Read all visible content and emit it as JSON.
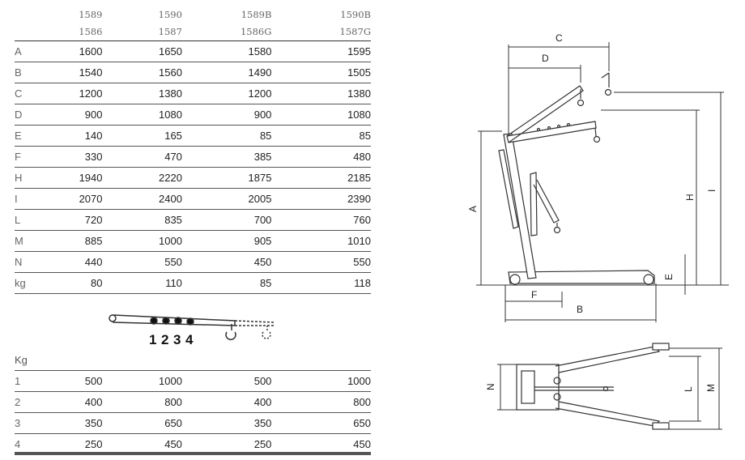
{
  "dimensions_table": {
    "models_top": [
      "1589",
      "1590",
      "1589B",
      "1590B"
    ],
    "models_bottom": [
      "1586",
      "1587",
      "1586G",
      "1587G"
    ],
    "rows": [
      {
        "label": "A",
        "values": [
          "1600",
          "1650",
          "1580",
          "1595"
        ]
      },
      {
        "label": "B",
        "values": [
          "1540",
          "1560",
          "1490",
          "1505"
        ]
      },
      {
        "label": "C",
        "values": [
          "1200",
          "1380",
          "1200",
          "1380"
        ]
      },
      {
        "label": "D",
        "values": [
          "900",
          "1080",
          "900",
          "1080"
        ]
      },
      {
        "label": "E",
        "values": [
          "140",
          "165",
          "85",
          "85"
        ]
      },
      {
        "label": "F",
        "values": [
          "330",
          "470",
          "385",
          "480"
        ]
      },
      {
        "label": "H",
        "values": [
          "1940",
          "2220",
          "1875",
          "2185"
        ]
      },
      {
        "label": "I",
        "values": [
          "2070",
          "2400",
          "2005",
          "2390"
        ]
      },
      {
        "label": "L",
        "values": [
          "720",
          "835",
          "700",
          "760"
        ]
      },
      {
        "label": "M",
        "values": [
          "885",
          "1000",
          "905",
          "1010"
        ]
      },
      {
        "label": "N",
        "values": [
          "440",
          "550",
          "450",
          "550"
        ]
      },
      {
        "label": "kg",
        "values": [
          "80",
          "110",
          "85",
          "118"
        ]
      }
    ]
  },
  "boom_positions": [
    "1",
    "2",
    "3",
    "4"
  ],
  "load_table": {
    "header": "Kg",
    "rows": [
      {
        "label": "1",
        "values": [
          "500",
          "1000",
          "500",
          "1000"
        ]
      },
      {
        "label": "2",
        "values": [
          "400",
          "800",
          "400",
          "800"
        ]
      },
      {
        "label": "3",
        "values": [
          "350",
          "650",
          "350",
          "650"
        ]
      },
      {
        "label": "4",
        "values": [
          "250",
          "450",
          "250",
          "450"
        ]
      }
    ]
  },
  "side_view_labels": {
    "a": "A",
    "b": "B",
    "c": "C",
    "d": "D",
    "e": "E",
    "f": "F",
    "h": "H",
    "i": "I"
  },
  "top_view_labels": {
    "n": "N",
    "l": "L",
    "m": "M"
  }
}
